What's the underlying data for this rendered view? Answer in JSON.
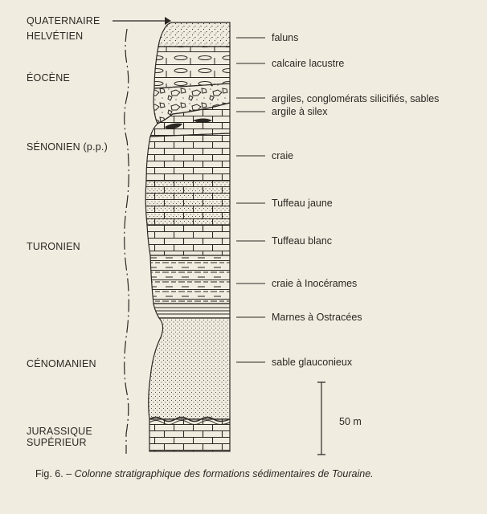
{
  "stages": [
    {
      "id": "quaternaire",
      "label": "QUATERNAIRE"
    },
    {
      "id": "helvetien",
      "label": "HELVÉTIEN"
    },
    {
      "id": "eocene",
      "label": "ÉOCÈNE"
    },
    {
      "id": "senonien",
      "label": "SÉNONIEN (p.p.)"
    },
    {
      "id": "turonien",
      "label": "TURONIEN"
    },
    {
      "id": "cenomanien",
      "label": "CÉNOMANIEN"
    },
    {
      "id": "jurassique",
      "label": "JURASSIQUE"
    },
    {
      "id": "superieur",
      "label": "SUPÉRIEUR"
    }
  ],
  "lithologies": [
    {
      "id": "faluns",
      "label": "faluns"
    },
    {
      "id": "calcaire-lacustre",
      "label": "calcaire lacustre"
    },
    {
      "id": "argiles",
      "label": "argiles, conglomérats silicifiés, sables"
    },
    {
      "id": "argile-silex",
      "label": "argile à silex"
    },
    {
      "id": "craie",
      "label": "craie"
    },
    {
      "id": "tuffeau-jaune",
      "label": "Tuffeau jaune"
    },
    {
      "id": "tuffeau-blanc",
      "label": "Tuffeau blanc"
    },
    {
      "id": "craie-inocerames",
      "label": "craie à Inocérames"
    },
    {
      "id": "marnes-ostracees",
      "label": "Marnes à Ostracées"
    },
    {
      "id": "sable-glauconieux",
      "label": "sable glauconieux"
    }
  ],
  "scale_bar": {
    "label": "50 m"
  },
  "caption": {
    "figure": "Fig. 6. –",
    "text": "Colonne stratigraphique des formations sédimentaires de Touraine."
  },
  "colors": {
    "ink": "#2b2723",
    "paper": "#f1ece0"
  }
}
